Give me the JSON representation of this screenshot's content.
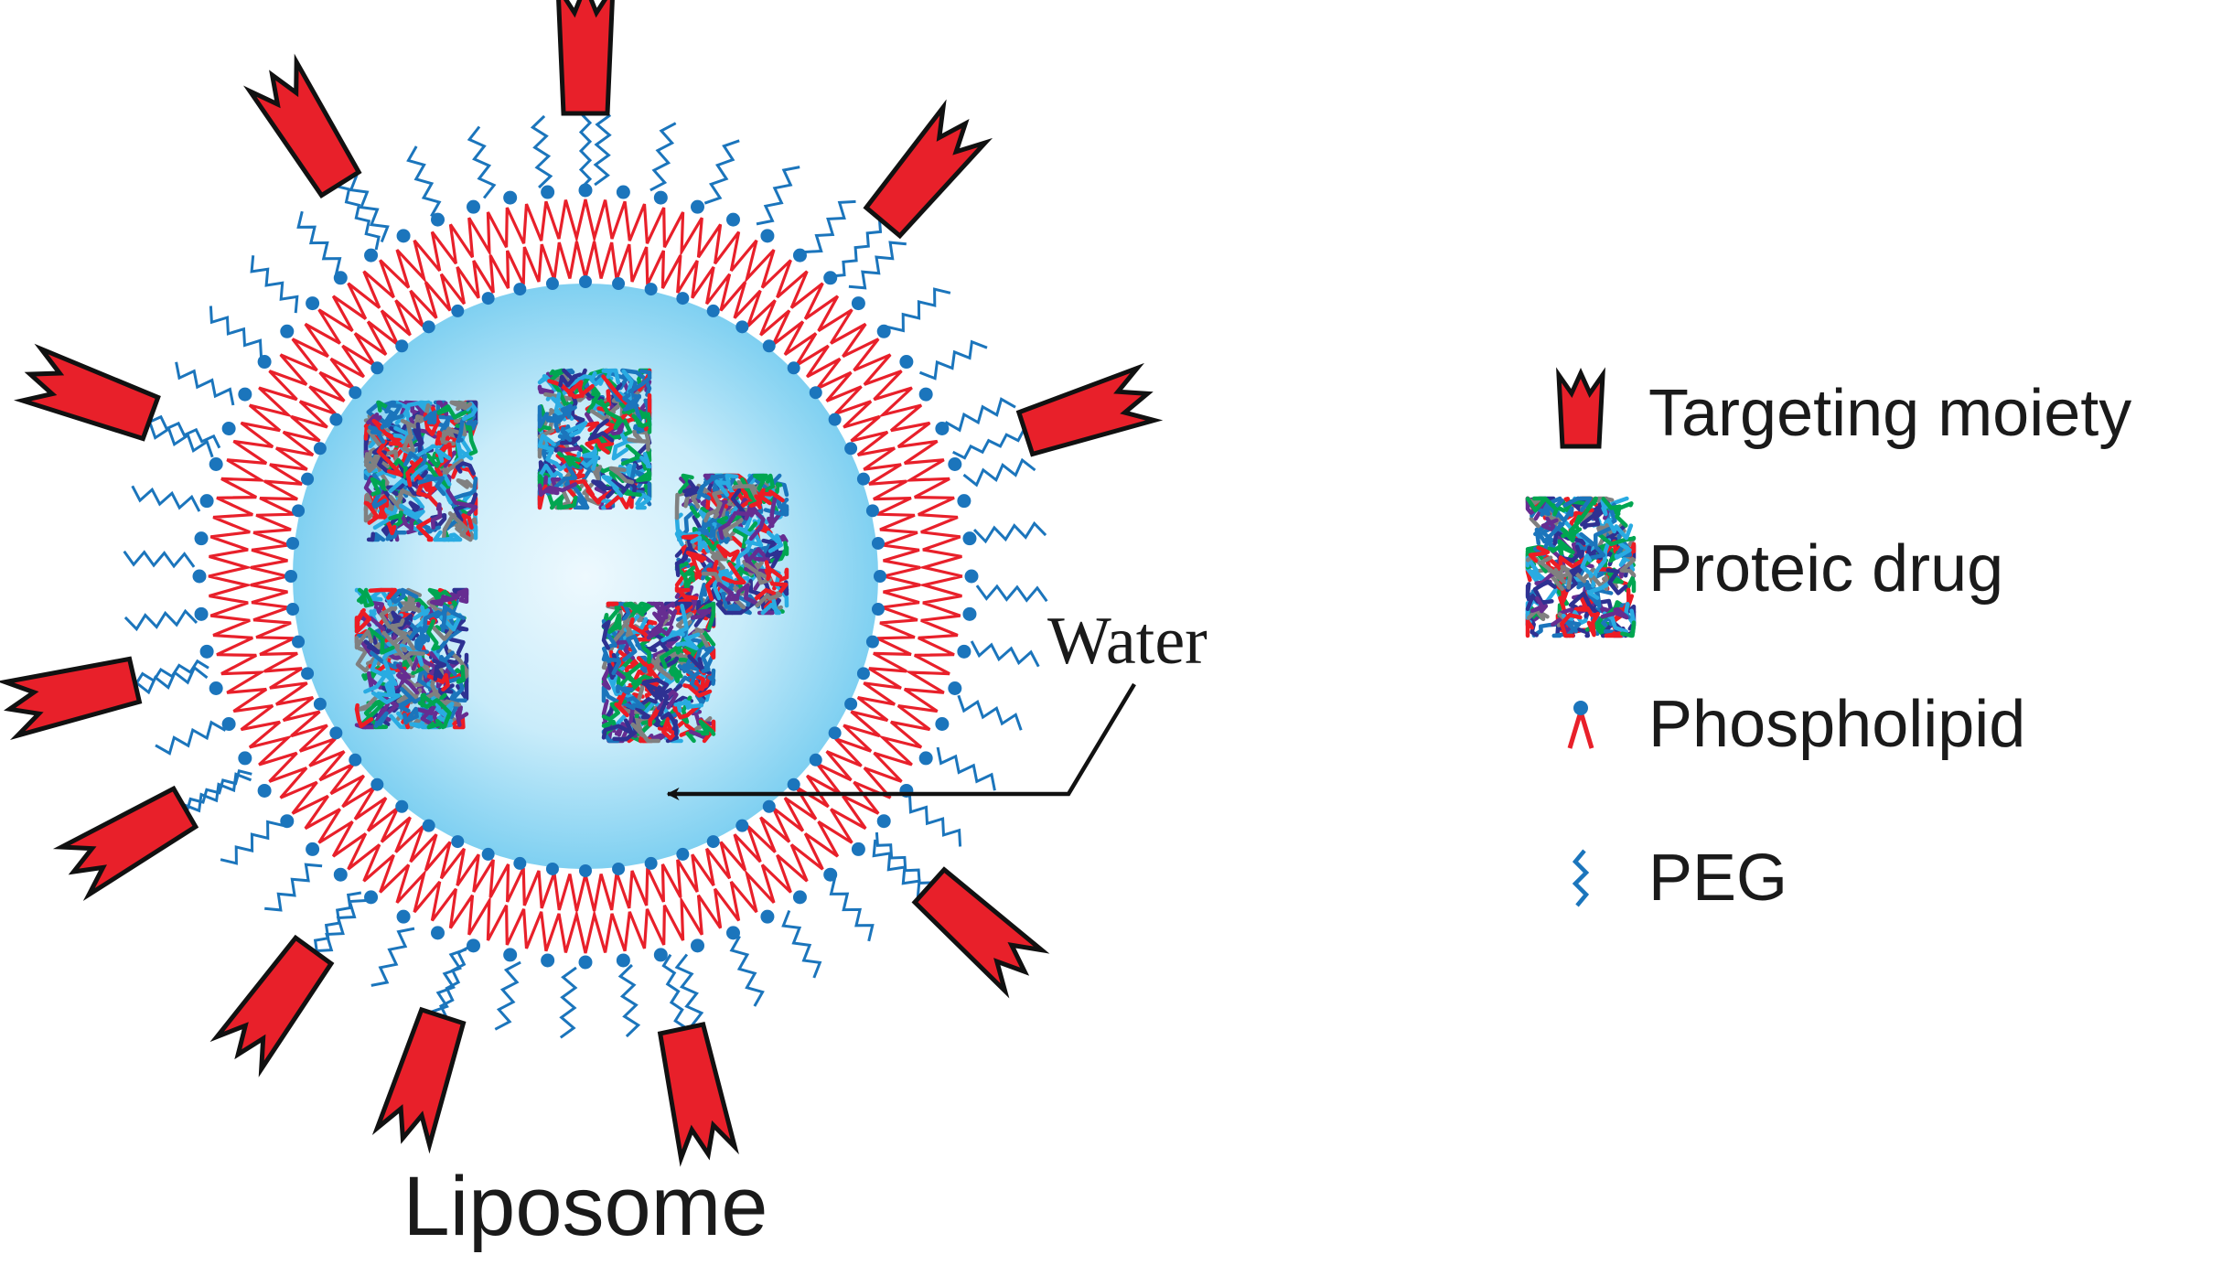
{
  "diagram": {
    "title": "Liposome",
    "water_label": "Water",
    "legend": [
      {
        "key": "targeting",
        "label": "Targeting moiety",
        "icon": "targeting-moiety-icon"
      },
      {
        "key": "drug",
        "label": "Proteic drug",
        "icon": "proteic-drug-icon"
      },
      {
        "key": "phospholipid",
        "label": "Phospholipid",
        "icon": "phospholipid-icon"
      },
      {
        "key": "peg",
        "label": "PEG",
        "icon": "peg-icon"
      }
    ],
    "colors": {
      "targeting_fill": "#e8202a",
      "outline": "#111111",
      "lipid_tail": "#e8202a",
      "lipid_head": "#1b75bc",
      "peg": "#1b75bc",
      "water_core": "#eaf7fd",
      "water_edge": "#79cdf0",
      "drug_palette": [
        "#2e3192",
        "#ed1c24",
        "#00a651",
        "#29abe2",
        "#808080",
        "#1b75bc",
        "#662d91"
      ]
    }
  }
}
